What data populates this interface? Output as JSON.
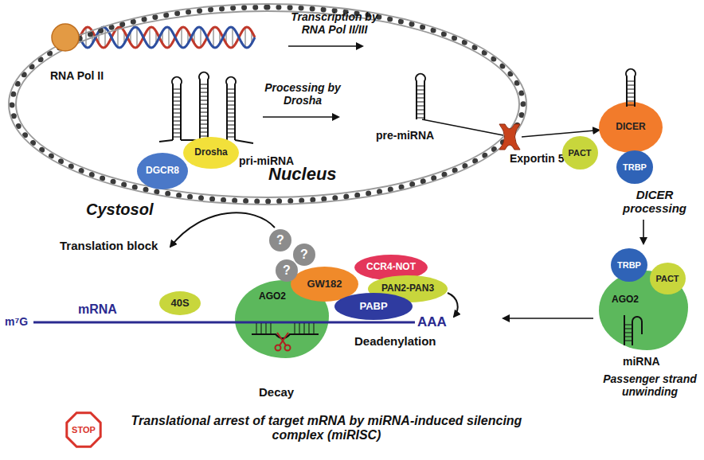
{
  "diagram": {
    "caption": "Translational arrest of target mRNA by miRNA-induced silencing complex (miRISC)",
    "nodes": [
      {
        "text": [
          "Nucleus"
        ]
      },
      {
        "text": [
          "RNA Pol II"
        ],
        "in": 0
      },
      {
        "text": [
          "DGCR8"
        ],
        "in": 0
      },
      {
        "text": [
          "Drosha"
        ],
        "in": 0
      },
      {
        "text": [
          "Exportin 5"
        ]
      },
      {
        "text": [
          "DICER"
        ]
      },
      {
        "text": [
          "PACT"
        ]
      },
      {
        "text": [
          "TRBP"
        ]
      },
      {
        "text": [
          "40S"
        ]
      },
      {
        "text": [
          "?"
        ]
      },
      {
        "text": [
          "?"
        ]
      },
      {
        "text": [
          "?"
        ]
      },
      {
        "text": [
          "GW182"
        ]
      },
      {
        "text": [
          "CCR4-NOT"
        ]
      },
      {
        "text": [
          "PAN2-PAN3"
        ]
      },
      {
        "text": [
          "PABP"
        ]
      },
      {
        "text": [
          "AGO2"
        ]
      },
      {
        "text": [
          "TRBP"
        ]
      },
      {
        "text": [
          "AGO2"
        ]
      },
      {
        "text": [
          "PACT"
        ]
      },
      {
        "text": [
          "STOP"
        ]
      }
    ],
    "edges": [
      {
        "from": 4,
        "to": 5,
        "arrow": "to"
      }
    ],
    "labels": [
      "Transcription by RNA Pol II/III",
      "Processing by Drosha",
      "pri-miRNA",
      "pre-miRNA",
      "Cystosol",
      "DICER processing",
      "Translation block",
      "m⁷G",
      "mRNA",
      "AAA",
      "Deadenylation",
      "Decay",
      "miRNA",
      "Passenger strand unwinding"
    ]
  }
}
